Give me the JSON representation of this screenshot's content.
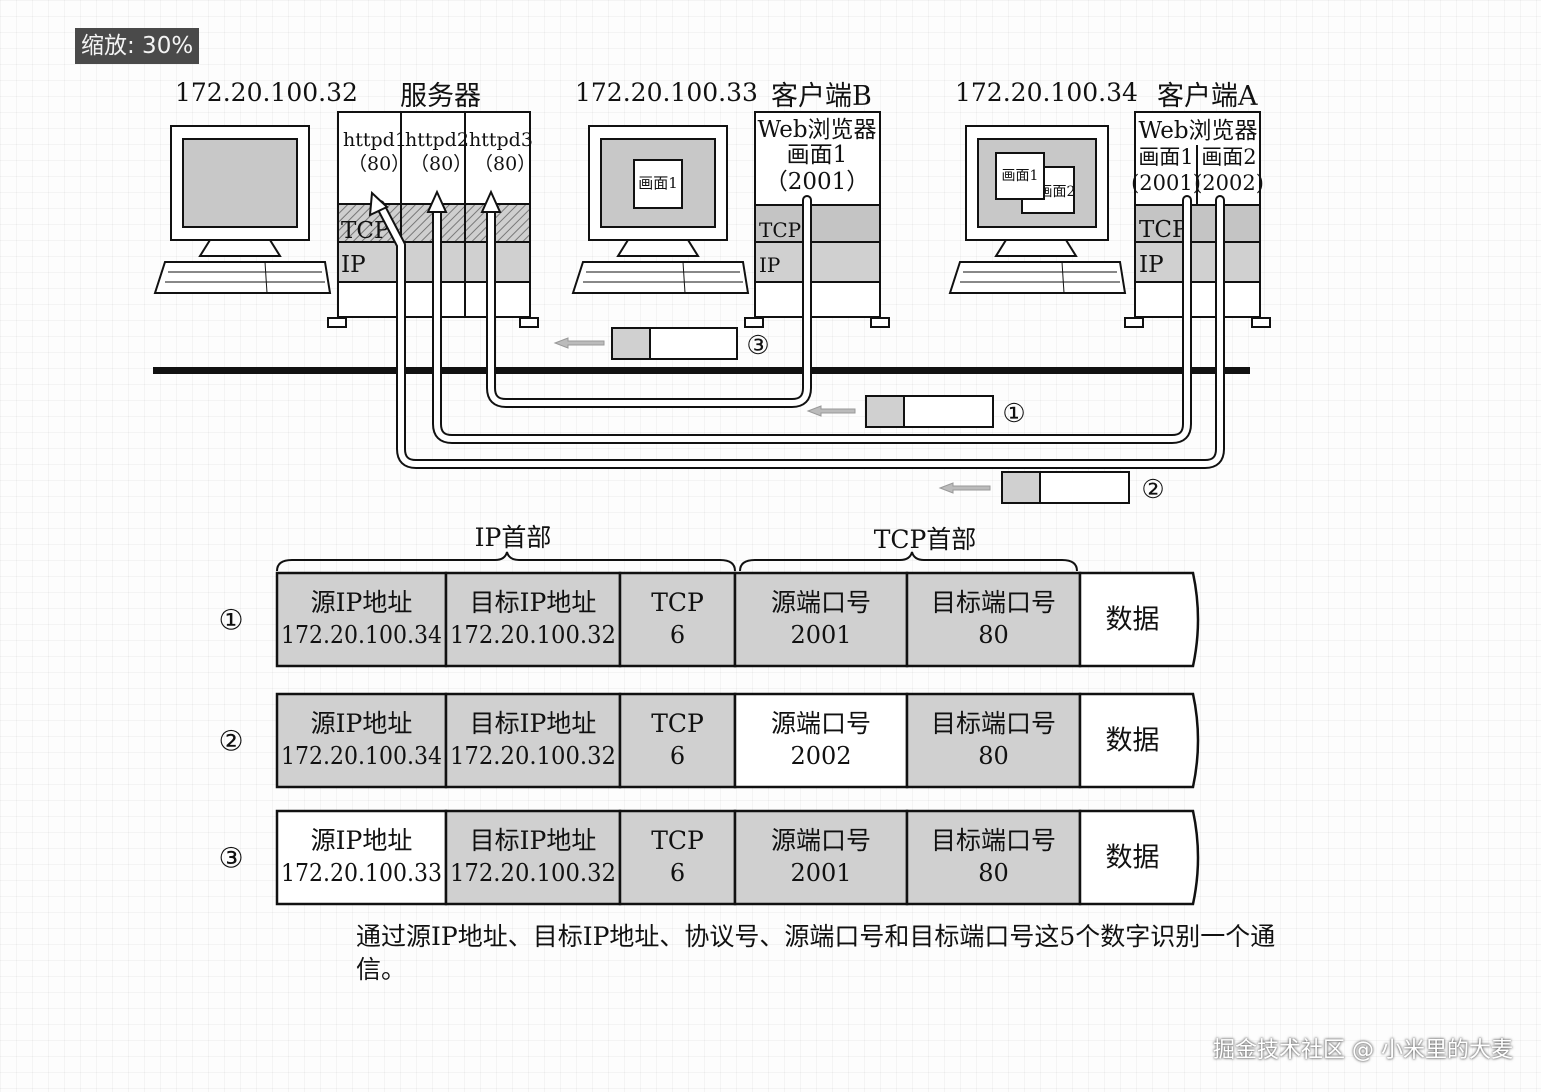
{
  "zoom": {
    "label": "缩放: 30%"
  },
  "hosts": [
    {
      "ip": "172.20.100.32",
      "role": "服务器"
    },
    {
      "ip": "172.20.100.33",
      "role": "客户端B"
    },
    {
      "ip": "172.20.100.34",
      "role": "客户端A"
    }
  ],
  "server": {
    "processes": [
      {
        "name": "httpd1",
        "port": "（80）"
      },
      {
        "name": "httpd2",
        "port": "（80）"
      },
      {
        "name": "httpd3",
        "port": "（80）"
      }
    ],
    "tcp": "TCP",
    "ip": "IP"
  },
  "client_b": {
    "app": "Web浏览器",
    "screen": "画面1",
    "port": "（2001）",
    "tcp": "TCP",
    "ip": "IP",
    "monitor_window": "画面1"
  },
  "client_a": {
    "app": "Web浏览器",
    "screens": [
      {
        "name": "画面1",
        "port": "(2001)"
      },
      {
        "name": "画面2",
        "port": "(2002)"
      }
    ],
    "tcp": "TCP",
    "ip": "IP",
    "monitor_windows": [
      "画面1",
      "画面2"
    ]
  },
  "packet_marks": [
    "③",
    "①",
    "②"
  ],
  "headers": {
    "ip_header": "IP首部",
    "tcp_header": "TCP首部"
  },
  "packets": [
    {
      "mark": "①",
      "cells": [
        {
          "label": "源IP地址",
          "value": "172.20.100.34",
          "shaded": true
        },
        {
          "label": "目标IP地址",
          "value": "172.20.100.32",
          "shaded": true
        },
        {
          "label": "TCP",
          "value": "6",
          "shaded": true
        },
        {
          "label": "源端口号",
          "value": "2001",
          "shaded": true
        },
        {
          "label": "目标端口号",
          "value": "80",
          "shaded": true
        },
        {
          "label": "数据",
          "value": "",
          "shaded": false
        }
      ]
    },
    {
      "mark": "②",
      "cells": [
        {
          "label": "源IP地址",
          "value": "172.20.100.34",
          "shaded": true
        },
        {
          "label": "目标IP地址",
          "value": "172.20.100.32",
          "shaded": true
        },
        {
          "label": "TCP",
          "value": "6",
          "shaded": true
        },
        {
          "label": "源端口号",
          "value": "2002",
          "shaded": false
        },
        {
          "label": "目标端口号",
          "value": "80",
          "shaded": true
        },
        {
          "label": "数据",
          "value": "",
          "shaded": false
        }
      ]
    },
    {
      "mark": "③",
      "cells": [
        {
          "label": "源IP地址",
          "value": "172.20.100.33",
          "shaded": false
        },
        {
          "label": "目标IP地址",
          "value": "172.20.100.32",
          "shaded": true
        },
        {
          "label": "TCP",
          "value": "6",
          "shaded": true
        },
        {
          "label": "源端口号",
          "value": "2001",
          "shaded": true
        },
        {
          "label": "目标端口号",
          "value": "80",
          "shaded": true
        },
        {
          "label": "数据",
          "value": "",
          "shaded": false
        }
      ]
    }
  ],
  "caption": "通过源IP地址、目标IP地址、协议号、源端口号和目标端口号这5个数字识别一个通信。",
  "watermark": "掘金技术社区 @ 小米里的大麦",
  "colors": {
    "shade": "#d0d0d0",
    "line": "#111111",
    "badge": "#4a4a4a"
  }
}
